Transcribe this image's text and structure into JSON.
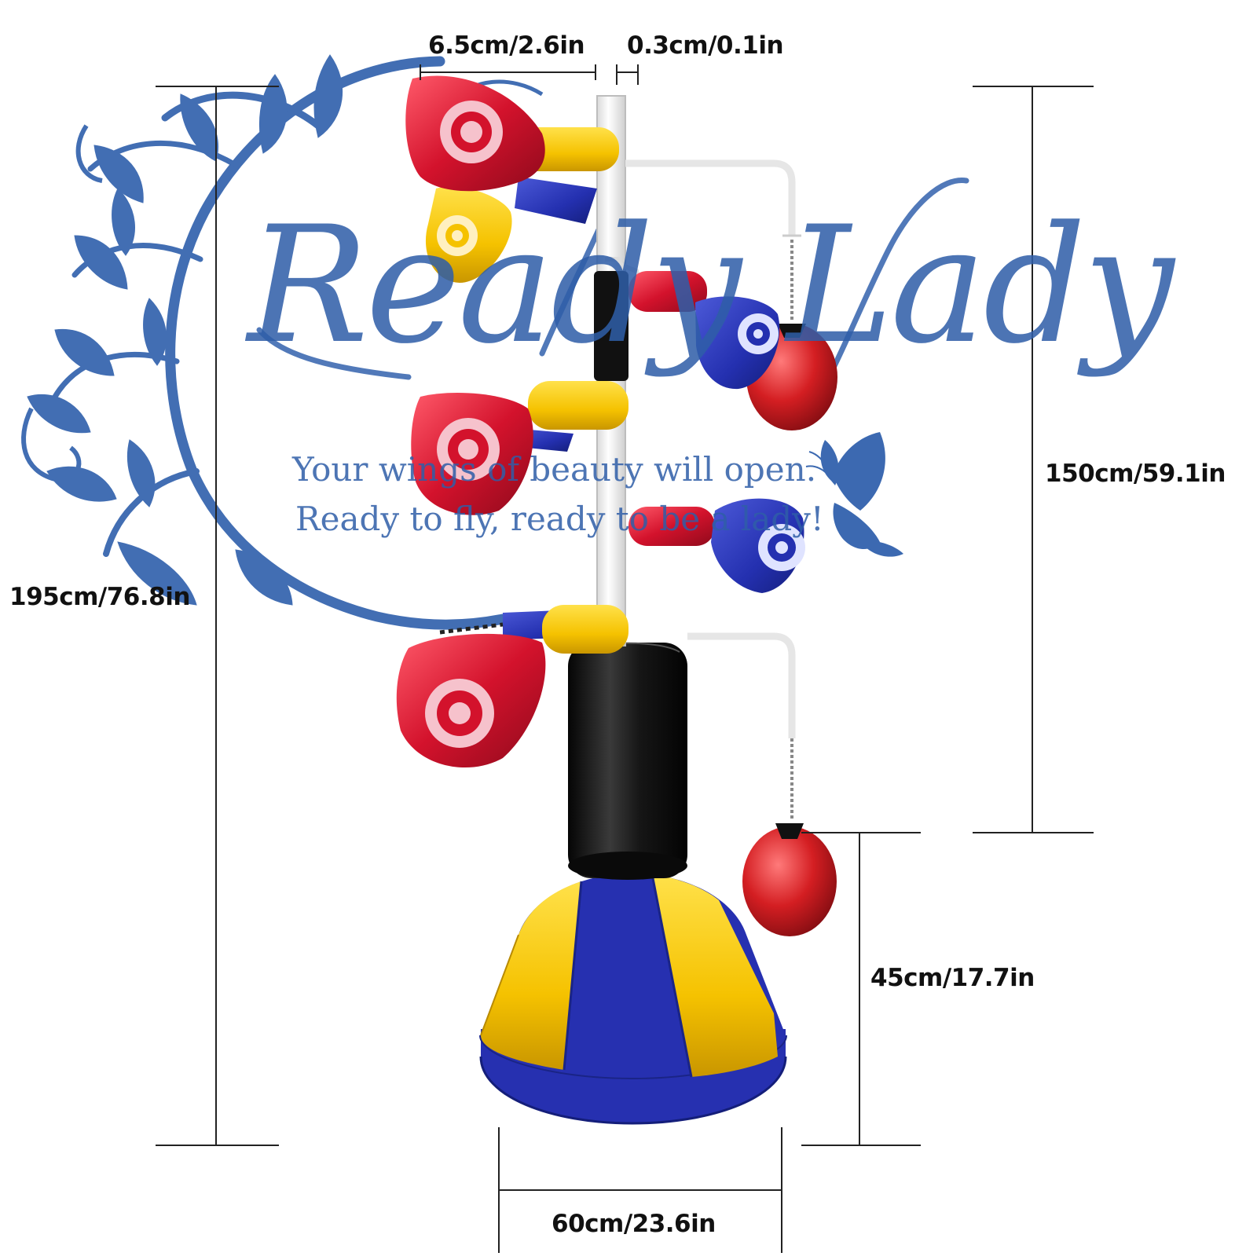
{
  "dimensions": {
    "pad_width": "6.5cm/2.6in",
    "pole_thickness": "0.3cm/0.1in",
    "total_height": "195cm/76.8in",
    "upper_height": "150cm/59.1in",
    "base_height": "45cm/17.7in",
    "base_width": "60cm/23.6in"
  },
  "watermark": {
    "brand": "Ready Lady",
    "tagline_line1": "Your wings of beauty will open.",
    "tagline_line2": "Ready to fly, ready to be a lady!"
  },
  "colors": {
    "watermark_blue": "#2f5ea8",
    "pad_red": "#c8102e",
    "pad_yellow": "#f5c400",
    "pad_blue": "#1f2fa8",
    "base_yellow": "#f6c800",
    "base_blue": "#2630b0",
    "bag_black": "#141414",
    "pole_white": "#f4f4f4",
    "guide_line": "#222222"
  }
}
